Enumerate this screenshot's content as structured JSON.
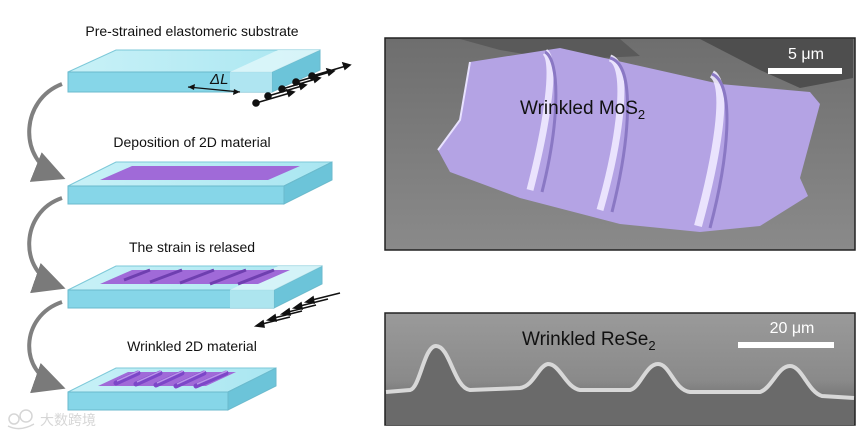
{
  "diagram": {
    "steps": [
      {
        "label": "Pre-strained elastomeric substrate",
        "strain_label": "ΔL"
      },
      {
        "label": "Deposition of 2D material"
      },
      {
        "label": "The strain is relased"
      },
      {
        "label": "Wrinkled 2D material"
      }
    ]
  },
  "micrographs": [
    {
      "caption_prefix": "Wrinkled MoS",
      "caption_subscript": "2",
      "scale_bar": "5 μm"
    },
    {
      "caption_prefix": "Wrinkled ReSe",
      "caption_subscript": "2",
      "scale_bar": "20 μm"
    }
  ],
  "watermark": {
    "text": "大数跨境"
  },
  "colors": {
    "substrate_top": "#bfeef6",
    "substrate_side": "#7fd3e6",
    "film": "#a06ad8",
    "sem_bg": "#7a7a7a",
    "mos2": "#b7a6e8"
  }
}
